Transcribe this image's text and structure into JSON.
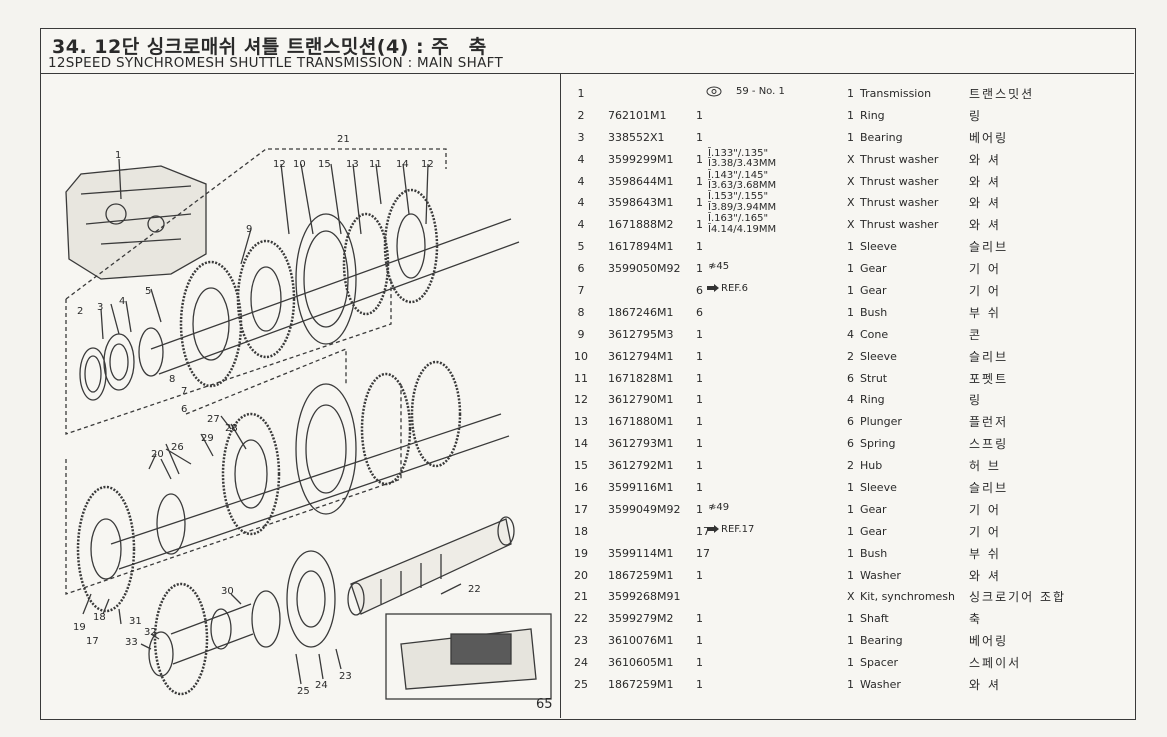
{
  "header": {
    "title_ko": "34. 12단 싱크로매쉬 셔틀 트랜스밋션(4) : 주　축",
    "title_en": "12SPEED SYNCHROMESH SHUTTLE TRANSMISSION : MAIN SHAFT"
  },
  "page_number": "65",
  "diagram_callouts": [
    "1",
    "2",
    "3",
    "4",
    "5",
    "6",
    "7",
    "8",
    "9",
    "10",
    "11",
    "12",
    "12",
    "13",
    "14",
    "15",
    "17",
    "18",
    "19",
    "20",
    "21",
    "22",
    "23",
    "24",
    "25",
    "26",
    "27",
    "28",
    "29",
    "30",
    "31",
    "32",
    "33"
  ],
  "parts": [
    {
      "no": "1",
      "part": "",
      "qty": "",
      "note": "59 - No. 1",
      "q2": "1",
      "name": "Transmission",
      "name_ko": "트랜스밋션",
      "icon": "eye-icon"
    },
    {
      "no": "2",
      "part": "762101M1",
      "qty": "1",
      "note": "",
      "q2": "1",
      "name": "Ring",
      "name_ko": "링"
    },
    {
      "no": "3",
      "part": "338552X1",
      "qty": "1",
      "note": "",
      "q2": "1",
      "name": "Bearing",
      "name_ko": "베어링"
    },
    {
      "no": "4",
      "part": "3599299M1",
      "qty": "1",
      "note": "Ī.133\"/.135\"\nĪ3.38/3.43MM",
      "q2": "X",
      "name": "Thrust washer",
      "name_ko": "와 셔"
    },
    {
      "no": "4",
      "part": "3598644M1",
      "qty": "1",
      "note": "Ī.143\"/.145\"\nĪ3.63/3.68MM",
      "q2": "X",
      "name": "Thrust washer",
      "name_ko": "와 셔"
    },
    {
      "no": "4",
      "part": "3598643M1",
      "qty": "1",
      "note": "Ī.153\"/.155\"\nĪ3.89/3.94MM",
      "q2": "X",
      "name": "Thrust washer",
      "name_ko": "와 셔"
    },
    {
      "no": "4",
      "part": "1671888M2",
      "qty": "1",
      "note": "Ī.163\"/.165\"\nĪ4.14/4.19MM",
      "q2": "X",
      "name": "Thrust washer",
      "name_ko": "와 셔"
    },
    {
      "no": "5",
      "part": "1617894M1",
      "qty": "1",
      "note": "",
      "q2": "1",
      "name": "Sleeve",
      "name_ko": "슬리브"
    },
    {
      "no": "6",
      "part": "3599050M92",
      "qty": "1",
      "note": "≉45",
      "q2": "1",
      "name": "Gear",
      "name_ko": "기 어"
    },
    {
      "no": "7",
      "part": "",
      "qty": "6",
      "note": "REF.6",
      "q2": "1",
      "name": "Gear",
      "name_ko": "기 어",
      "icon": "ref-arrow-icon"
    },
    {
      "no": "8",
      "part": "1867246M1",
      "qty": "6",
      "note": "",
      "q2": "1",
      "name": "Bush",
      "name_ko": "부 쉬"
    },
    {
      "no": "9",
      "part": "3612795M3",
      "qty": "1",
      "note": "",
      "q2": "4",
      "name": "Cone",
      "name_ko": "콘"
    },
    {
      "no": "10",
      "part": "3612794M1",
      "qty": "1",
      "note": "",
      "q2": "2",
      "name": "Sleeve",
      "name_ko": "슬리브"
    },
    {
      "no": "11",
      "part": "1671828M1",
      "qty": "1",
      "note": "",
      "q2": "6",
      "name": "Strut",
      "name_ko": "포펫트"
    },
    {
      "no": "12",
      "part": "3612790M1",
      "qty": "1",
      "note": "",
      "q2": "4",
      "name": "Ring",
      "name_ko": "링"
    },
    {
      "no": "13",
      "part": "1671880M1",
      "qty": "1",
      "note": "",
      "q2": "6",
      "name": "Plunger",
      "name_ko": "플런저"
    },
    {
      "no": "14",
      "part": "3612793M1",
      "qty": "1",
      "note": "",
      "q2": "6",
      "name": "Spring",
      "name_ko": "스프링"
    },
    {
      "no": "15",
      "part": "3612792M1",
      "qty": "1",
      "note": "",
      "q2": "2",
      "name": "Hub",
      "name_ko": "허 브"
    },
    {
      "no": "16",
      "part": "3599116M1",
      "qty": "1",
      "note": "",
      "q2": "1",
      "name": "Sleeve",
      "name_ko": "슬리브"
    },
    {
      "no": "17",
      "part": "3599049M92",
      "qty": "1",
      "note": "≉49",
      "q2": "1",
      "name": "Gear",
      "name_ko": "기 어"
    },
    {
      "no": "18",
      "part": "",
      "qty": "17",
      "note": "REF.17",
      "q2": "1",
      "name": "Gear",
      "name_ko": "기 어",
      "icon": "ref-arrow-icon"
    },
    {
      "no": "19",
      "part": "3599114M1",
      "qty": "17",
      "note": "",
      "q2": "1",
      "name": "Bush",
      "name_ko": "부 쉬"
    },
    {
      "no": "20",
      "part": "1867259M1",
      "qty": "1",
      "note": "",
      "q2": "1",
      "name": "Washer",
      "name_ko": "와 셔"
    },
    {
      "no": "21",
      "part": "3599268M91",
      "qty": "",
      "note": "",
      "q2": "X",
      "name": "Kit, synchromesh",
      "name_ko": "싱크로기어 조합"
    },
    {
      "no": "22",
      "part": "3599279M2",
      "qty": "1",
      "note": "",
      "q2": "1",
      "name": "Shaft",
      "name_ko": "축"
    },
    {
      "no": "23",
      "part": "3610076M1",
      "qty": "1",
      "note": "",
      "q2": "1",
      "name": "Bearing",
      "name_ko": "베어링"
    },
    {
      "no": "24",
      "part": "3610605M1",
      "qty": "1",
      "note": "",
      "q2": "1",
      "name": "Spacer",
      "name_ko": "스페이서"
    },
    {
      "no": "25",
      "part": "1867259M1",
      "qty": "1",
      "note": "",
      "q2": "1",
      "name": "Washer",
      "name_ko": "와 셔"
    }
  ]
}
